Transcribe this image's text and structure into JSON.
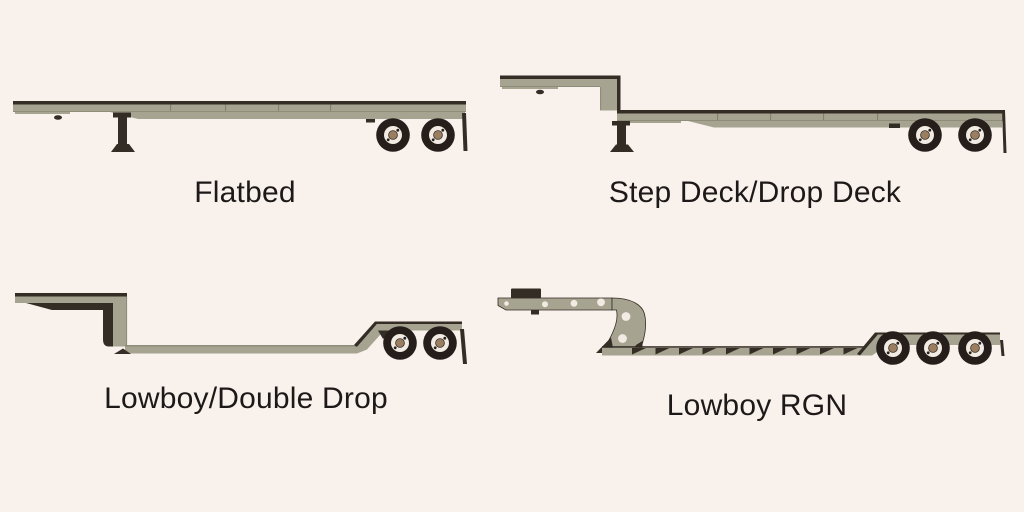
{
  "page": {
    "background": "#f8f1ec"
  },
  "colors": {
    "background": "#f8f1ec",
    "body": "#a6a390",
    "body_shade": "#8f8c79",
    "seam": "#84816e",
    "dark": "#342d25",
    "tire": "#251e1a",
    "hub": "#f2ebe3",
    "hub_cap": "#9b7d60",
    "text": "#1d1918"
  },
  "figures": [
    {
      "id": "flatbed",
      "label": "Flatbed",
      "axles": 2
    },
    {
      "id": "step-deck",
      "label": "Step Deck/Drop Deck",
      "axles": 2
    },
    {
      "id": "lowboy-double-drop",
      "label": "Lowboy/Double Drop",
      "axles": 2
    },
    {
      "id": "lowboy-rgn",
      "label": "Lowboy RGN",
      "axles": 3
    }
  ]
}
